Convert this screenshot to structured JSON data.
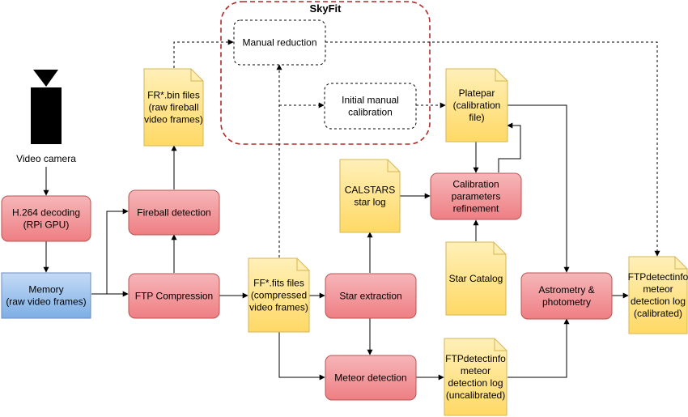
{
  "colors": {
    "process_fill": "#f28b8f",
    "process_fill_top": "#f6b1b3",
    "process_stroke": "#b85450",
    "doc_fill": "#ffe38a",
    "doc_stroke": "#d6b656",
    "memory_fill": "#9fc3ee",
    "memory_stroke": "#6c8ebf",
    "skyfit_border": "#b02a2a",
    "line": "#000000",
    "camera": "#000000"
  },
  "skyfit": {
    "title": "SkyFit"
  },
  "camera": {
    "label": "Video camera",
    "icon": "video-camera-icon"
  },
  "nodes": {
    "h264": [
      "H.264 decoding",
      "(RPi GPU)"
    ],
    "memory": [
      "Memory",
      "(raw video frames)"
    ],
    "fireball_detection": [
      "Fireball detection"
    ],
    "ftp_compression": [
      "FTP Compression"
    ],
    "fr_bin": [
      "FR*.bin files",
      "(raw fireball",
      "video frames)"
    ],
    "ff_fits": [
      "FF*.fits files",
      "(compressed",
      "video frames)"
    ],
    "star_extraction": [
      "Star extraction"
    ],
    "meteor_detection": [
      "Meteor detection"
    ],
    "calstars": [
      "CALSTARS",
      "star log"
    ],
    "calib_refinement": [
      "Calibration",
      "parameters",
      "refinement"
    ],
    "star_catalog": [
      "Star Catalog"
    ],
    "platepar": [
      "Platepar",
      "(calibration",
      "file)"
    ],
    "astrometry": [
      "Astrometry &",
      "photometry"
    ],
    "ftp_uncal": [
      "FTPdetectinfo",
      "meteor",
      "detection log",
      "(uncalibrated)"
    ],
    "ftp_cal": [
      "FTPdetectinfo",
      "meteor",
      "detection log",
      "(calibrated)"
    ],
    "manual_reduction": [
      "Manual reduction"
    ],
    "initial_calibration": [
      "Initial manual",
      "calibration"
    ]
  }
}
